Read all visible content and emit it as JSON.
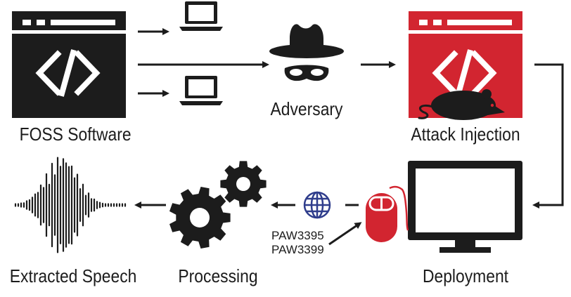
{
  "labels": {
    "foss": "FOSS Software",
    "adversary": "Adversary",
    "attack": "Attack Injection",
    "deployment": "Deployment",
    "processing": "Processing",
    "speech": "Extracted Speech"
  },
  "sensor_models": [
    "PAW3395",
    "PAW3399"
  ],
  "colors": {
    "ink": "#1c1c1c",
    "accent_red": "#d22530",
    "network_blue": "#2f3d8c",
    "background": "#ffffff"
  },
  "icons": {
    "foss": "code-window-icon",
    "laptops": "laptop-icon",
    "adversary": "spy-hat-icon",
    "attack": "code-window-with-rat-icon",
    "deployment": "monitor-icon",
    "mouse": "computer-mouse-icon",
    "network": "globe-icon",
    "processing": "gears-icon",
    "speech": "sound-wave-icon"
  }
}
